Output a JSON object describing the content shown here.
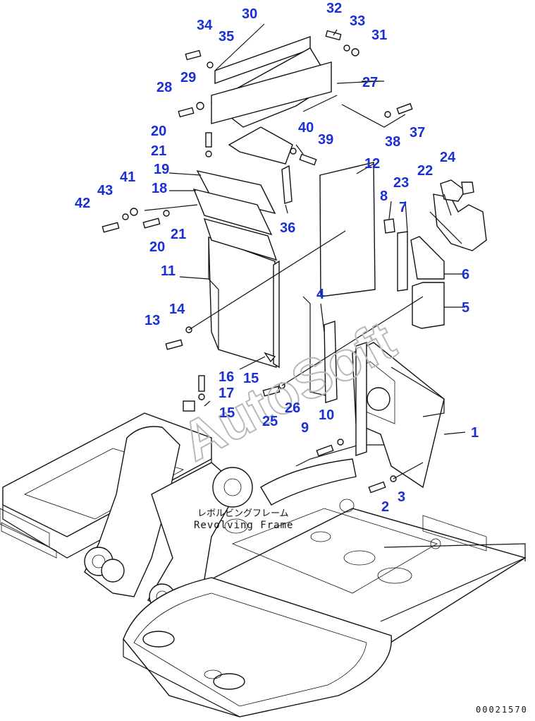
{
  "parts": [
    {
      "id": "p1",
      "n": "1"
    },
    {
      "id": "p2",
      "n": "2"
    },
    {
      "id": "p3",
      "n": "3"
    },
    {
      "id": "p4",
      "n": "4"
    },
    {
      "id": "p5",
      "n": "5"
    },
    {
      "id": "p6",
      "n": "6"
    },
    {
      "id": "p7",
      "n": "7"
    },
    {
      "id": "p8",
      "n": "8"
    },
    {
      "id": "p9",
      "n": "9"
    },
    {
      "id": "p10",
      "n": "10"
    },
    {
      "id": "p11",
      "n": "11"
    },
    {
      "id": "p12",
      "n": "12"
    },
    {
      "id": "p13",
      "n": "13"
    },
    {
      "id": "p14",
      "n": "14"
    },
    {
      "id": "p15a",
      "n": "15"
    },
    {
      "id": "p15b",
      "n": "15"
    },
    {
      "id": "p16",
      "n": "16"
    },
    {
      "id": "p17",
      "n": "17"
    },
    {
      "id": "p18",
      "n": "18"
    },
    {
      "id": "p19",
      "n": "19"
    },
    {
      "id": "p20a",
      "n": "20"
    },
    {
      "id": "p20b",
      "n": "20"
    },
    {
      "id": "p21a",
      "n": "21"
    },
    {
      "id": "p21b",
      "n": "21"
    },
    {
      "id": "p22",
      "n": "22"
    },
    {
      "id": "p23",
      "n": "23"
    },
    {
      "id": "p24",
      "n": "24"
    },
    {
      "id": "p25",
      "n": "25"
    },
    {
      "id": "p26",
      "n": "26"
    },
    {
      "id": "p27",
      "n": "27"
    },
    {
      "id": "p28",
      "n": "28"
    },
    {
      "id": "p29",
      "n": "29"
    },
    {
      "id": "p30",
      "n": "30"
    },
    {
      "id": "p31",
      "n": "31"
    },
    {
      "id": "p32",
      "n": "32"
    },
    {
      "id": "p33",
      "n": "33"
    },
    {
      "id": "p34",
      "n": "34"
    },
    {
      "id": "p35",
      "n": "35"
    },
    {
      "id": "p36",
      "n": "36"
    },
    {
      "id": "p37",
      "n": "37"
    },
    {
      "id": "p38",
      "n": "38"
    },
    {
      "id": "p39",
      "n": "39"
    },
    {
      "id": "p40",
      "n": "40"
    },
    {
      "id": "p41",
      "n": "41"
    },
    {
      "id": "p42",
      "n": "42"
    },
    {
      "id": "p43",
      "n": "43"
    }
  ],
  "frame_label": {
    "jp": "レボルビングフレーム",
    "en": "Revolving Frame"
  },
  "watermark": "AutoSoft",
  "drawing_code": "00021570",
  "colors": {
    "callout": "#1a2fd6",
    "line": "#111111",
    "watermark": "#b8b8b8"
  }
}
